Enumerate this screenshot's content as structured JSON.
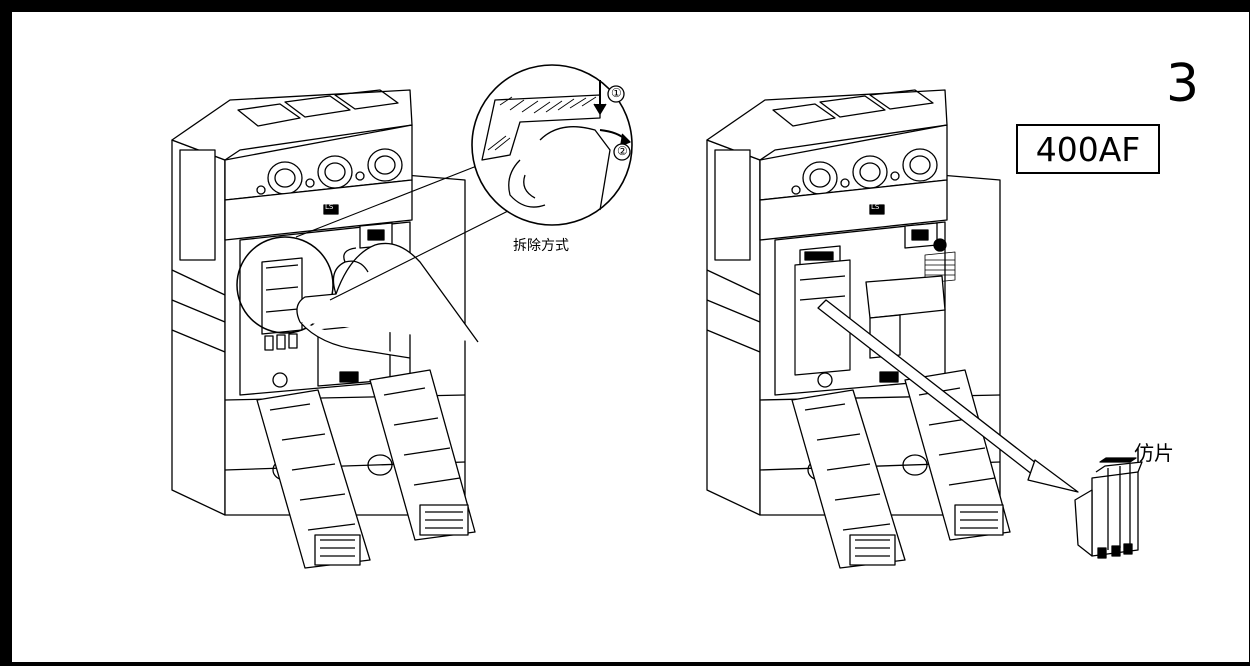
{
  "step_number": "3",
  "frame_label": "400AF",
  "callout_caption": "拆除方式",
  "callout_markers": [
    "①",
    "②"
  ],
  "part_caption": "仿片",
  "device_nameplates": [
    "LS",
    "LS"
  ],
  "icons": [
    "circuit-breaker",
    "hand",
    "dummy-piece",
    "direction-arrow"
  ]
}
